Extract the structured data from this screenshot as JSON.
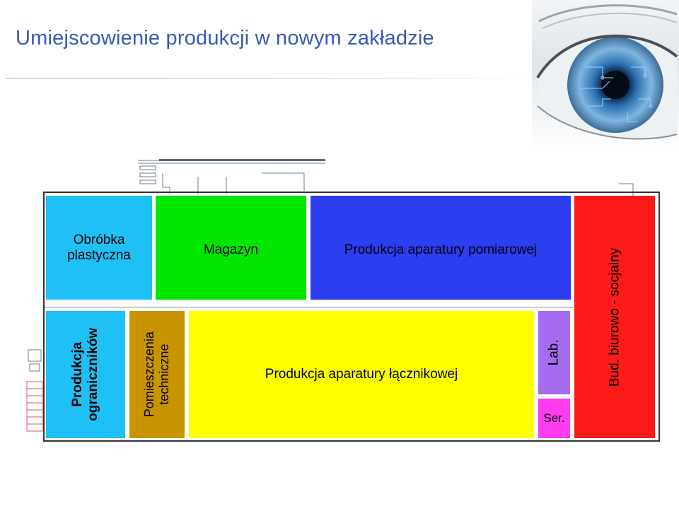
{
  "slide": {
    "title": "Umiejscowienie produkcji w nowym zakładzie"
  },
  "floorplan": {
    "zones": {
      "obrobka": {
        "line1": "Obróbka",
        "line2": "plastyczna",
        "color": "#1fc0f5"
      },
      "magazyn": {
        "label": "Magazyn",
        "color": "#00e600"
      },
      "pomiarowa": {
        "label": "Produkcja aparatury pomiarowej",
        "color": "#2d3df0"
      },
      "biurowo": {
        "label": "Bud. biurowo - socjalny",
        "color": "#ff1a1a"
      },
      "ograniczniki": {
        "line1": "Produkcja",
        "line2": "ograniczników",
        "color": "#1fc0f5"
      },
      "techniczne": {
        "line1": "Pomieszczenia",
        "line2": "techniczne",
        "color": "#c89400"
      },
      "lacznikowa": {
        "label": "Produkcja aparatury łącznikowej",
        "color": "#ffff00"
      },
      "lab": {
        "label": "Lab.",
        "color": "#a56cf0"
      },
      "ser": {
        "label": "Ser.",
        "color": "#ff3cf0"
      }
    }
  }
}
